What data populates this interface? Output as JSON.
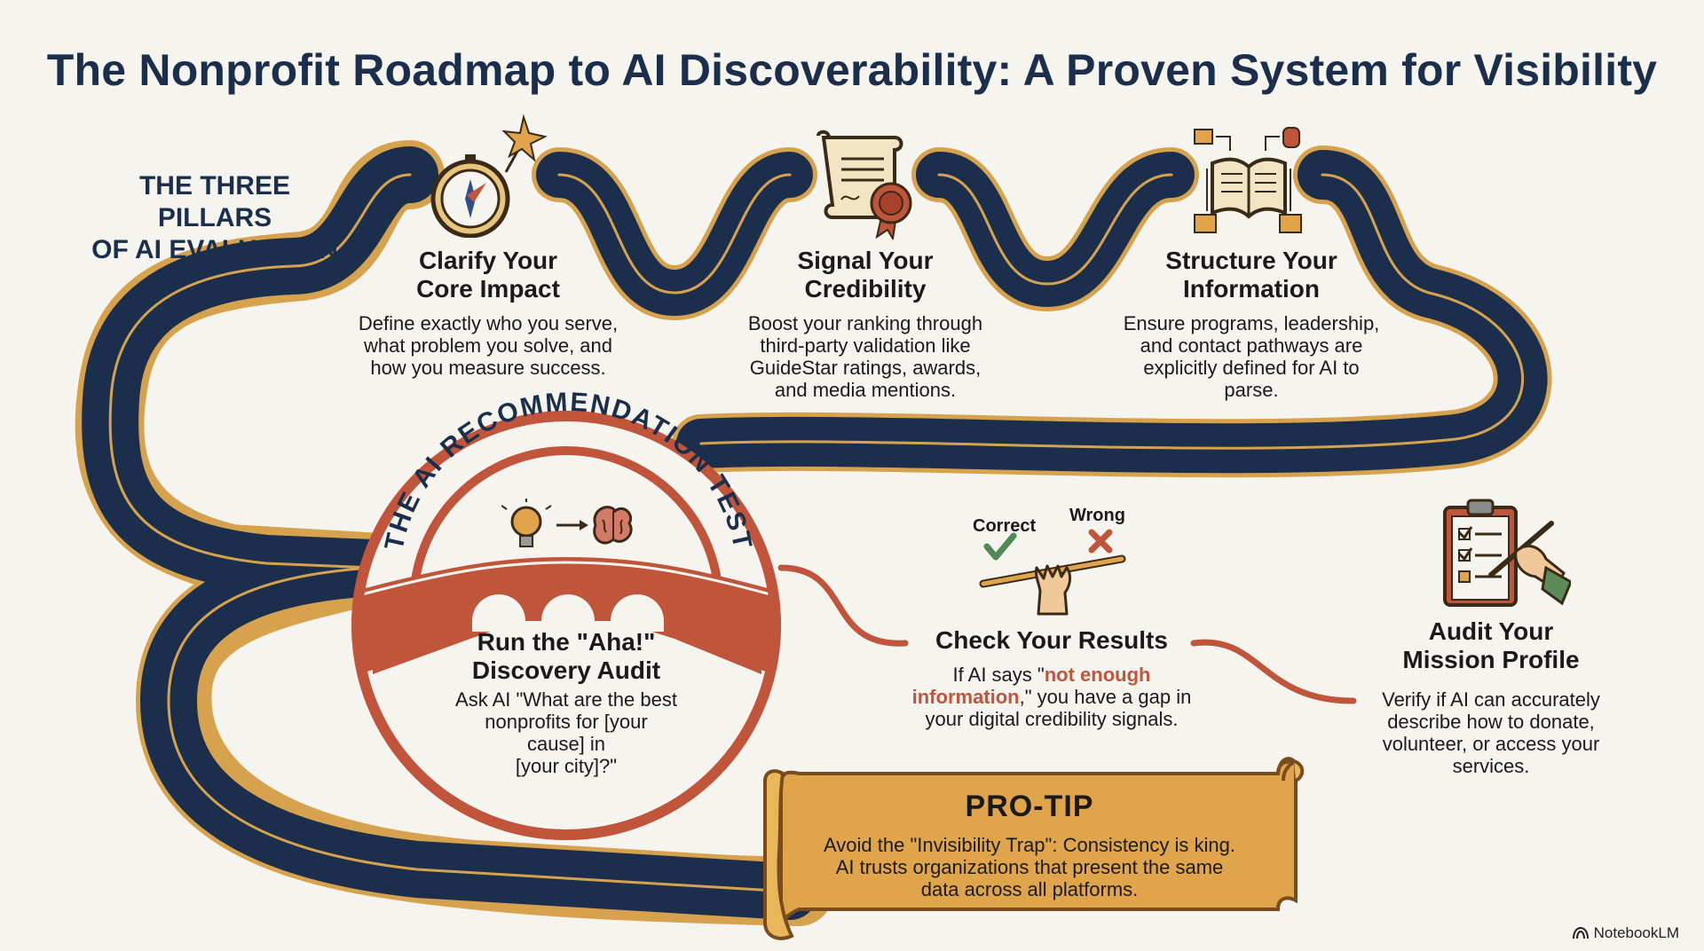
{
  "title": "The Nonprofit Roadmap to AI Discoverability: A Proven System for Visibility",
  "pillars_heading": {
    "line1": "THE THREE PILLARS",
    "line2": "OF AI EVALUATION"
  },
  "pillars": [
    {
      "heading_line1": "Clarify Your",
      "heading_line2": "Core Impact",
      "body": [
        "Define exactly who you serve,",
        "what problem you solve, and",
        "how you measure success."
      ],
      "icon": "compass-icon"
    },
    {
      "heading_line1": "Signal Your",
      "heading_line2": "Credibility",
      "body": [
        "Boost your ranking through",
        "third-party validation like",
        "GuideStar ratings, awards,",
        "and media mentions."
      ],
      "icon": "certificate-icon"
    },
    {
      "heading_line1": "Structure Your",
      "heading_line2": "Information",
      "body": [
        "Ensure programs, leadership,",
        "and contact pathways are",
        "explicitly defined for AI to",
        "parse."
      ],
      "icon": "open-book-icon"
    }
  ],
  "test": {
    "arc_title": "THE AI RECOMMENDATION TEST",
    "heading_line1": "Run the \"Aha!\"",
    "heading_line2": "Discovery Audit",
    "body": [
      "Ask AI \"What are the best",
      "nonprofits for [your",
      "cause] in",
      "[your city]?\""
    ]
  },
  "check": {
    "correct_label": "Correct",
    "wrong_label": "Wrong",
    "heading": "Check Your Results",
    "body_prefix": "If AI says \"",
    "body_highlight_1": "not enough",
    "body_highlight_2": "information",
    "body_suffix": ",\" you have a gap in",
    "body_last": "your digital credibility signals."
  },
  "audit": {
    "heading_line1": "Audit Your",
    "heading_line2": "Mission Profile",
    "body": [
      "Verify if AI can accurately",
      "describe how to donate,",
      "volunteer, or access your",
      "services."
    ]
  },
  "protip": {
    "title": "PRO-TIP",
    "body": [
      "Avoid the \"Invisibility Trap\": Consistency is king.",
      "AI trusts organizations that present the same",
      "data across all platforms."
    ]
  },
  "brand": "NotebookLM",
  "colors": {
    "road": "#1b2f4d",
    "road_edge": "#d6a24e",
    "accent_red": "#c0553c",
    "scroll": "#e0a54a",
    "background": "#f6f4ee"
  }
}
